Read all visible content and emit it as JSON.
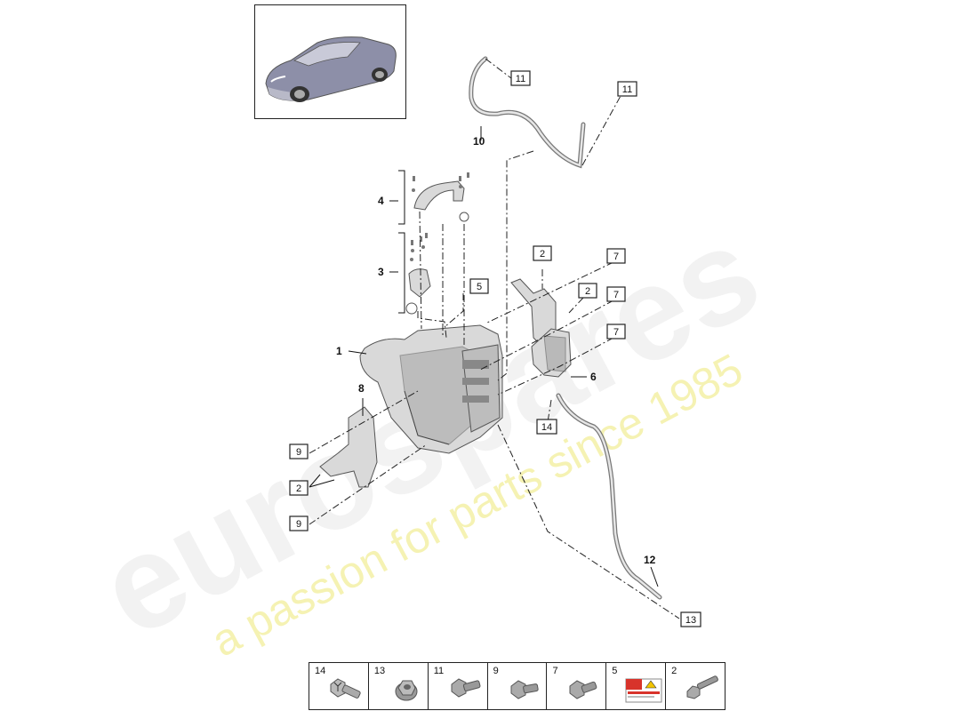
{
  "watermark": {
    "brand": "eurospares",
    "slogan": "a passion for parts since 1985"
  },
  "callouts": {
    "c1": "1",
    "c3": "3",
    "c4": "4",
    "c6": "6",
    "c8": "8",
    "c10": "10",
    "c12": "12",
    "b2a": "2",
    "b2b": "2",
    "b2c": "2",
    "b5": "5",
    "b7a": "7",
    "b7b": "7",
    "b7c": "7",
    "b9a": "9",
    "b9b": "9",
    "b11a": "11",
    "b11b": "11",
    "b13": "13",
    "b14": "14"
  },
  "legend": [
    {
      "num": "14",
      "icon": "hex-flange-bolt-icon"
    },
    {
      "num": "13",
      "icon": "flange-nut-icon"
    },
    {
      "num": "11",
      "icon": "hex-flange-bolt-icon"
    },
    {
      "num": "9",
      "icon": "hex-flange-bolt-icon"
    },
    {
      "num": "7",
      "icon": "hex-flange-bolt-icon"
    },
    {
      "num": "5",
      "icon": "warning-label-icon"
    },
    {
      "num": "2",
      "icon": "hex-bolt-icon"
    }
  ],
  "colors": {
    "watermark_gray": "#e9e9e9",
    "watermark_yellow": "#f2ee9a",
    "label_red": "#d8332b",
    "car_body": "#8d8fa8"
  }
}
